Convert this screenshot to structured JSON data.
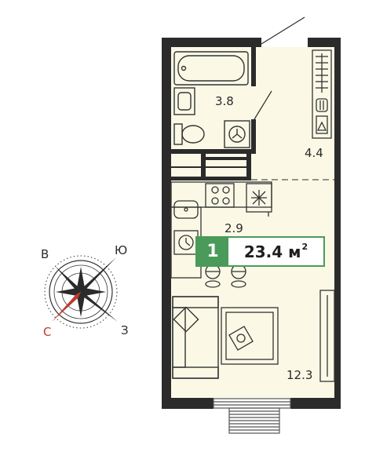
{
  "rooms": [
    {
      "id": "bathroom",
      "area": "3.8"
    },
    {
      "id": "hall",
      "area": "4.4"
    },
    {
      "id": "kitchen",
      "area": "2.9"
    },
    {
      "id": "living",
      "area": "12.3"
    }
  ],
  "badge": {
    "rooms_count": "1",
    "total_area": "23.4 м",
    "unit_superscript": "2"
  },
  "compass": {
    "n": "В",
    "e": "Ю",
    "s": "З",
    "w": "С"
  },
  "colors": {
    "wall": "#2b2b2b",
    "floor": "#fbf9e6",
    "accent": "#4a9a5a",
    "compass_red": "#c0392b"
  }
}
